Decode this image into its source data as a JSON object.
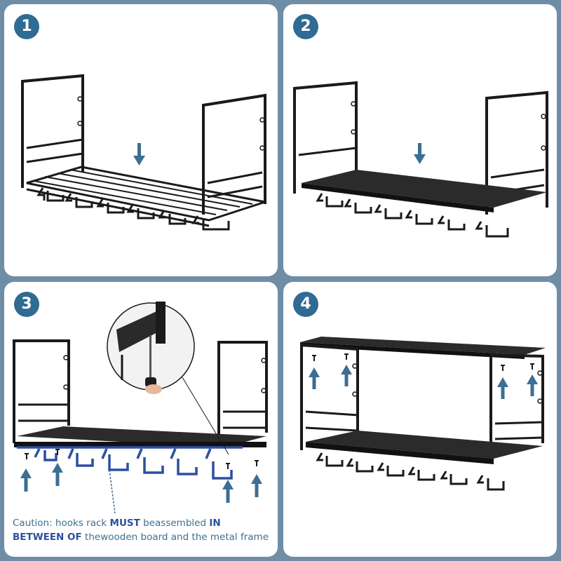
{
  "steps": [
    {
      "number": "1"
    },
    {
      "number": "2"
    },
    {
      "number": "3"
    },
    {
      "number": "4"
    }
  ],
  "caption": {
    "part1": "Caution: hooks rack ",
    "must": "MUST",
    "part2": " beassembled ",
    "in_between": "IN BETWEEN OF",
    "part3": " thewooden board and the metal frame"
  },
  "colors": {
    "background": "#6f8ea6",
    "badge": "#2f6b92",
    "arrow": "#3d6e93",
    "metal": "#1a1a1a",
    "wood": "#2b2b2b",
    "highlight": "#2c4fa0"
  },
  "icons": [
    "down-arrow-icon",
    "up-arrow-icon",
    "screw-icon",
    "screwdriver-icon",
    "hook-icon"
  ]
}
